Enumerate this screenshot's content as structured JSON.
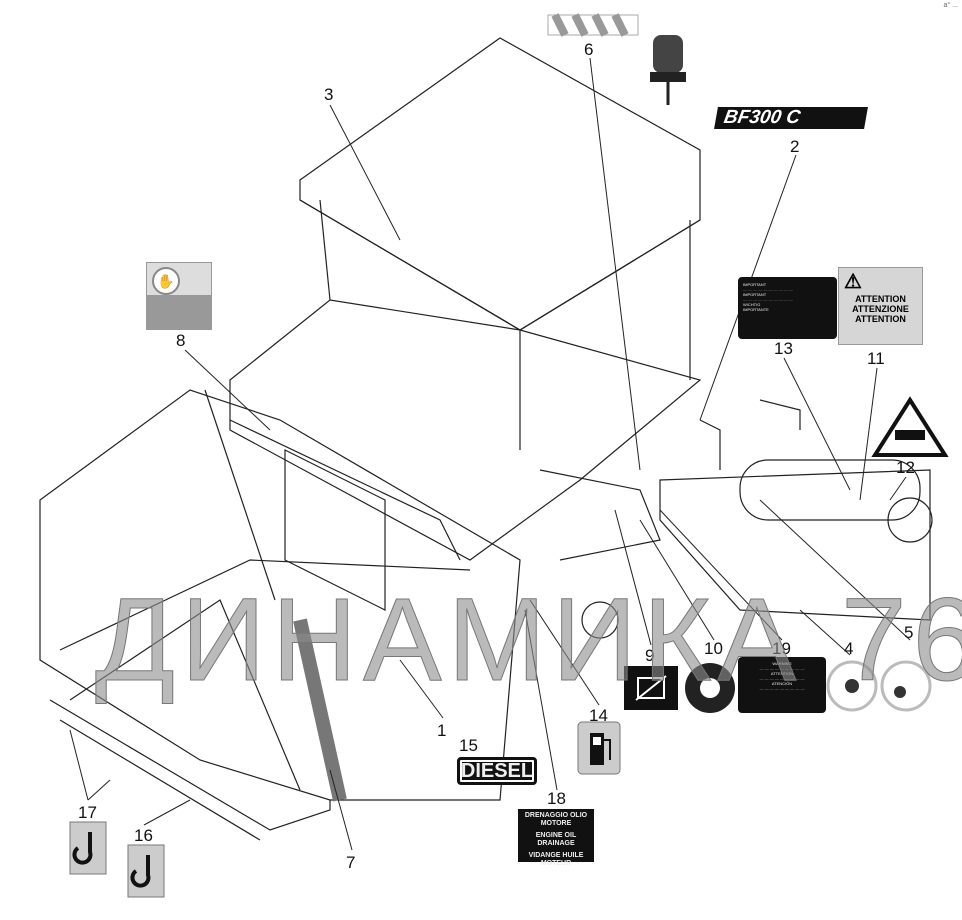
{
  "callouts": [
    "1",
    "2",
    "3",
    "4",
    "5",
    "6",
    "7",
    "8",
    "9",
    "10",
    "11",
    "12",
    "13",
    "14",
    "15",
    "16",
    "17",
    "18",
    "19"
  ],
  "logo_text": "BF300 C",
  "watermark": "ДИНАМИКА 76",
  "corner_mark": "a° ...",
  "labels": {
    "diesel": "DIESEL",
    "oil_drain": [
      "DRENAGGIO OLIO MOTORE",
      "ENGINE OIL DRAINAGE",
      "VIDANGE HUILE MOTEUR"
    ],
    "attention": [
      "ATTENTION",
      "ATTENZIONE",
      "ATTENTION"
    ],
    "important": [
      "IMPORTANT",
      "IMPORTANT",
      "WICHTIG",
      "IMPORTANTE"
    ],
    "battery_warning": [
      "WARNING",
      "ATTENTION",
      "ATENCIÓN"
    ]
  },
  "colors": {
    "ink": "#111111",
    "paper": "#ffffff",
    "decal_gray": "#cfcfcf"
  }
}
